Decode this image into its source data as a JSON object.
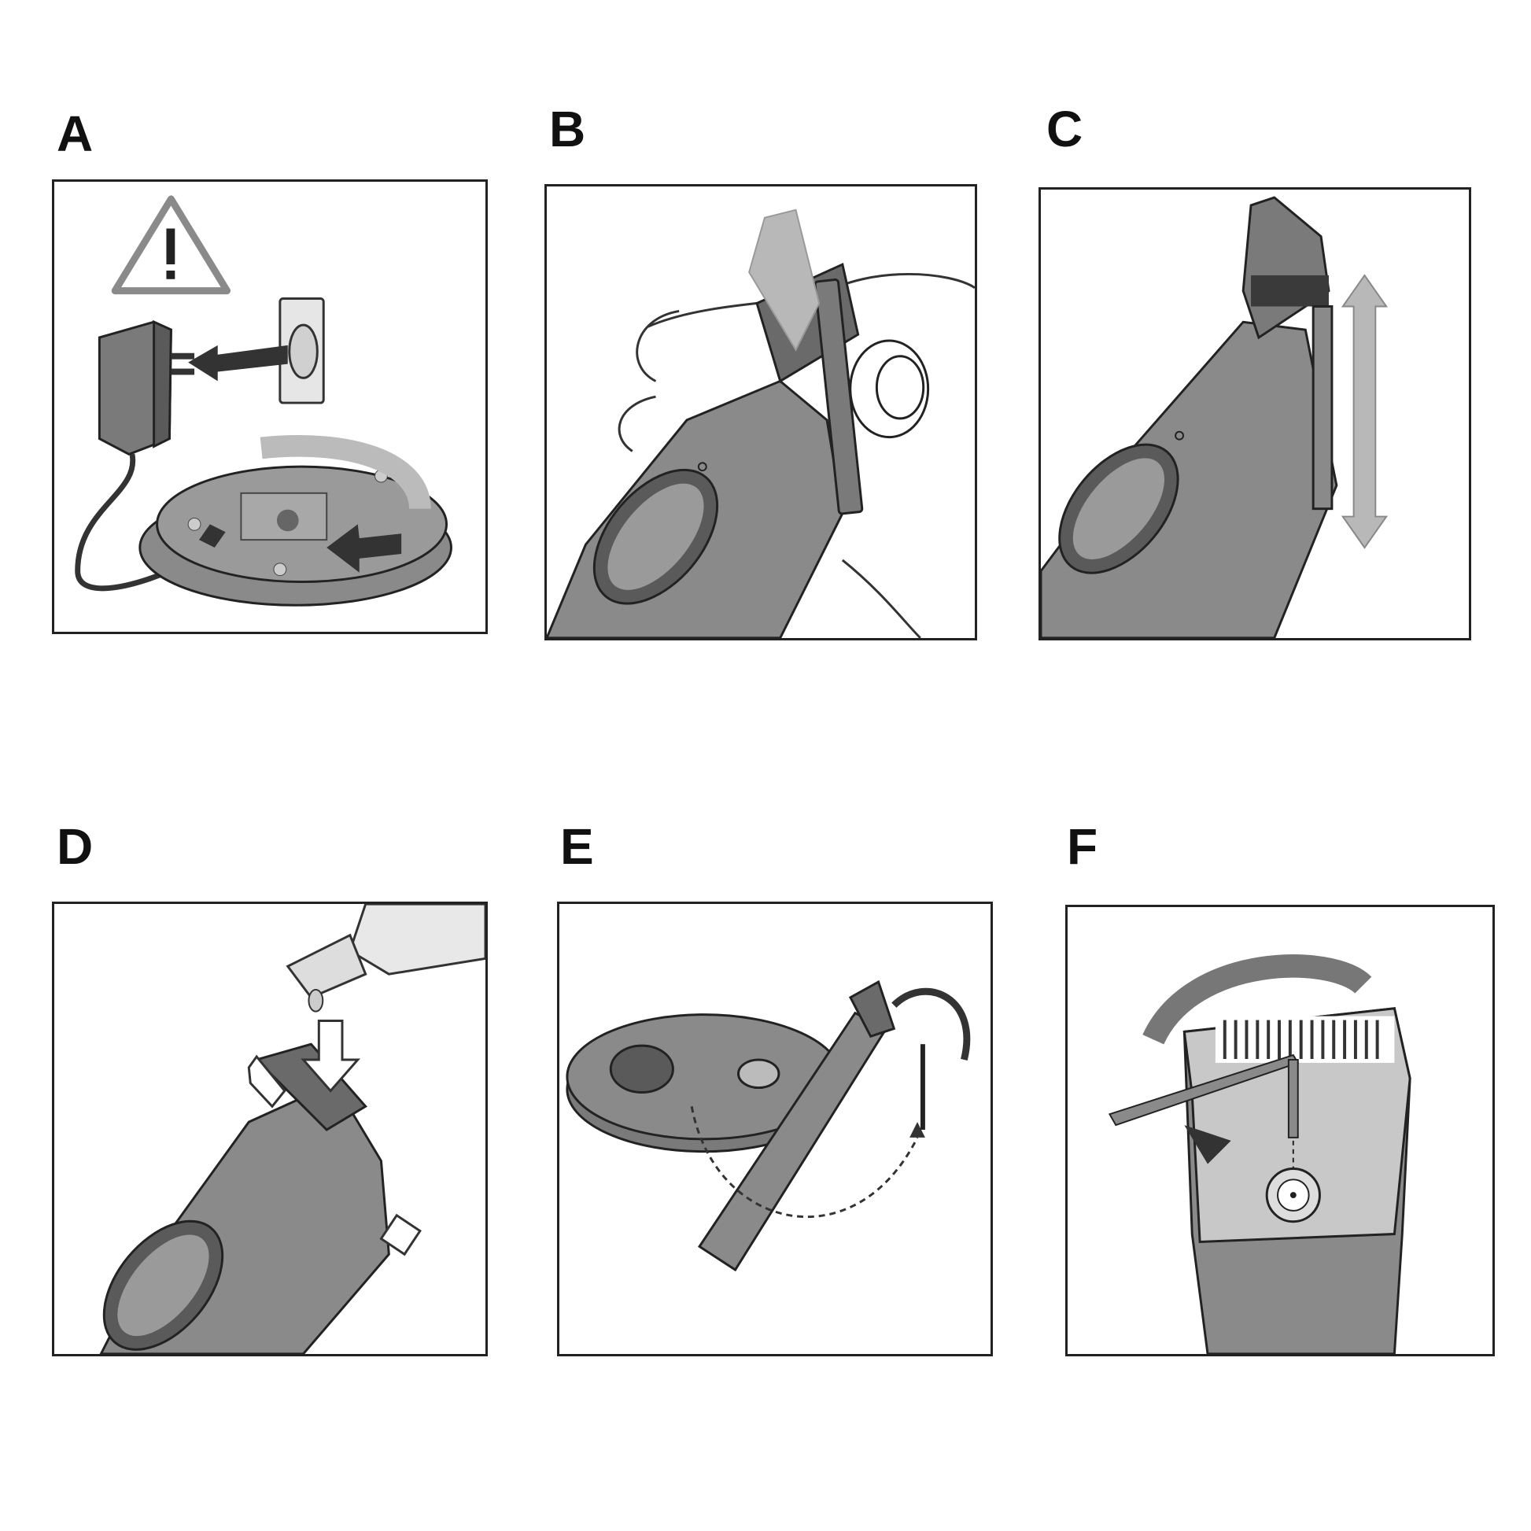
{
  "panels": [
    {
      "id": "a",
      "label": "A",
      "icon": "warning-icon"
    },
    {
      "id": "b",
      "label": "B"
    },
    {
      "id": "c",
      "label": "C"
    },
    {
      "id": "d",
      "label": "D"
    },
    {
      "id": "e",
      "label": "E"
    },
    {
      "id": "f",
      "label": "F"
    }
  ],
  "colors": {
    "body_gray": "#8a8a8a",
    "dark_gray": "#5a5a5a",
    "light_gray": "#c8c8c8",
    "outline": "#222222"
  }
}
